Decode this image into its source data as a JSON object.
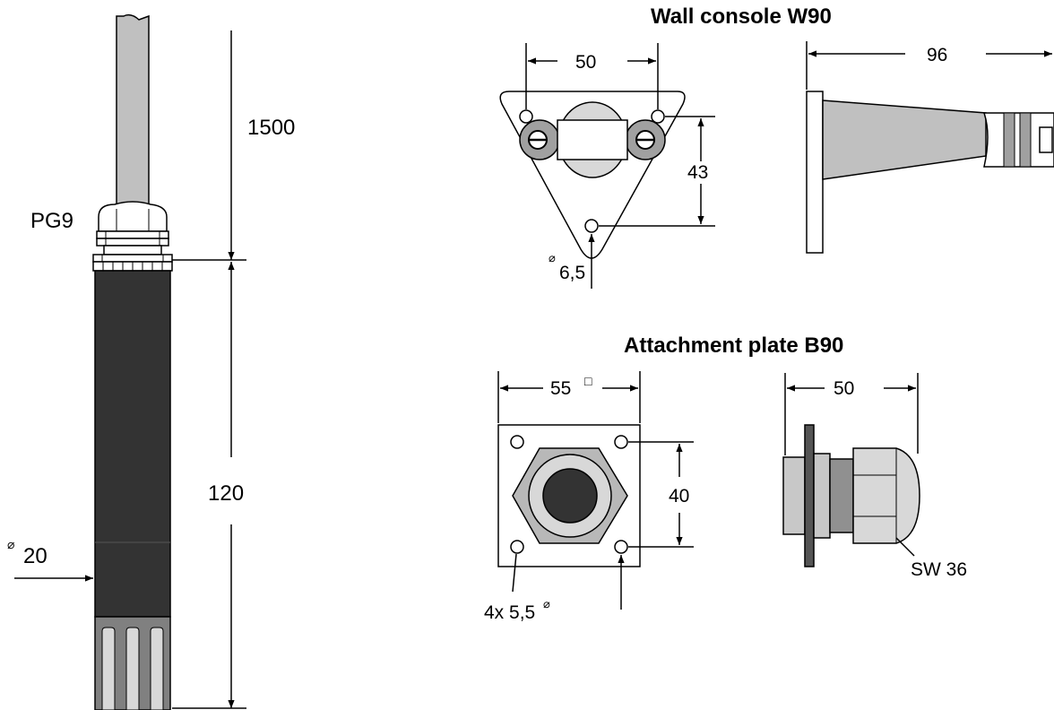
{
  "sensor": {
    "dim_cable_length": "1500",
    "gland_label": "PG9",
    "dim_body_length": "120",
    "diameter_symbol": "⌀",
    "dim_diameter": "20"
  },
  "wall_console": {
    "title": "Wall console W90",
    "dim_hole_spacing": "50",
    "dim_height": "43",
    "diameter_symbol": "⌀",
    "dim_hole_diameter": "6,5",
    "dim_length": "96"
  },
  "attachment_plate": {
    "title": "Attachment plate B90",
    "dim_plate_size": "55",
    "square_symbol": "□",
    "dim_hole_spacing": "40",
    "dim_holes": "4x 5,5",
    "diameter_symbol": "⌀",
    "dim_depth": "50",
    "wrench_size": "SW 36"
  },
  "colors": {
    "line": "#000000",
    "body_dark": "#333333",
    "filter_gray": "#808080",
    "light_gray": "#c8c8c8",
    "mid_gray": "#a0a0a0",
    "cable_gray": "#c0c0c0"
  }
}
